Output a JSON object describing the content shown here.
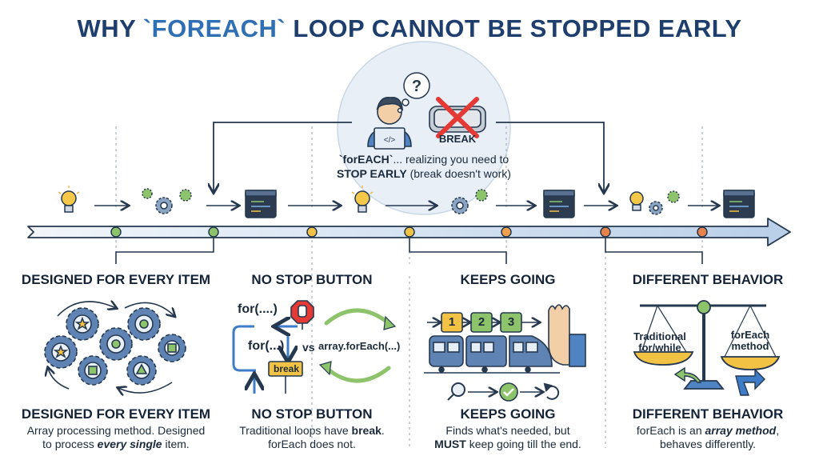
{
  "title": {
    "prefix": "WHY ",
    "highlight": "`FOREACH`",
    "suffix": " LOOP CANNOT BE STOPPED EARLY"
  },
  "thought": {
    "question_mark": "?",
    "break_label": "BREAK",
    "line1_bold": "`forEACH`",
    "line1_rest": "... realizing you need to",
    "line2_bold": "STOP EARLY",
    "line2_rest": " (break doesn't work)"
  },
  "sections": [
    {
      "header": "DESIGNED FOR EVERY ITEM",
      "caption_title": "DESIGNED FOR EVERY ITEM",
      "line1": "Array processing method. Designed",
      "line2_pre": "to process ",
      "line2_em": "every single",
      "line2_post": " item."
    },
    {
      "header": "NO STOP BUTTON",
      "caption_title": "NO STOP BUTTON",
      "line1_pre": "Traditional loops have ",
      "line1_bold": "break",
      "line1_post": ".",
      "line2": "forEach does not."
    },
    {
      "header": "KEEPS GOING",
      "caption_title": "KEEPS GOING",
      "line1": "Finds what's needed, but",
      "line2_bold": "MUST",
      "line2_post": " keep going till the end."
    },
    {
      "header": "DIFFERENT BEHAVIOR",
      "caption_title": "DIFFERENT BEHAVIOR",
      "line1_pre": "forEach is an ",
      "line1_em": "array method",
      "line1_post": ",",
      "line2": "behaves differently."
    }
  ],
  "panel2": {
    "for_top": "for(....)",
    "for_mid": "for(...)",
    "vs": "vs",
    "array_foreach": "array.forEach(...)",
    "break_sign": "break"
  },
  "panel3": {
    "steps": [
      "1",
      "2",
      "3"
    ]
  },
  "panel4": {
    "left_line1": "Traditional",
    "left_line2": "for/while",
    "right_line1": "forEach",
    "right_line2": "method"
  },
  "colors": {
    "title": "#1e3f6e",
    "accent": "#2f6fb3",
    "green": "#6cae46",
    "orange": "#e7834a",
    "yellow": "#f2c244",
    "red": "#e53935"
  }
}
